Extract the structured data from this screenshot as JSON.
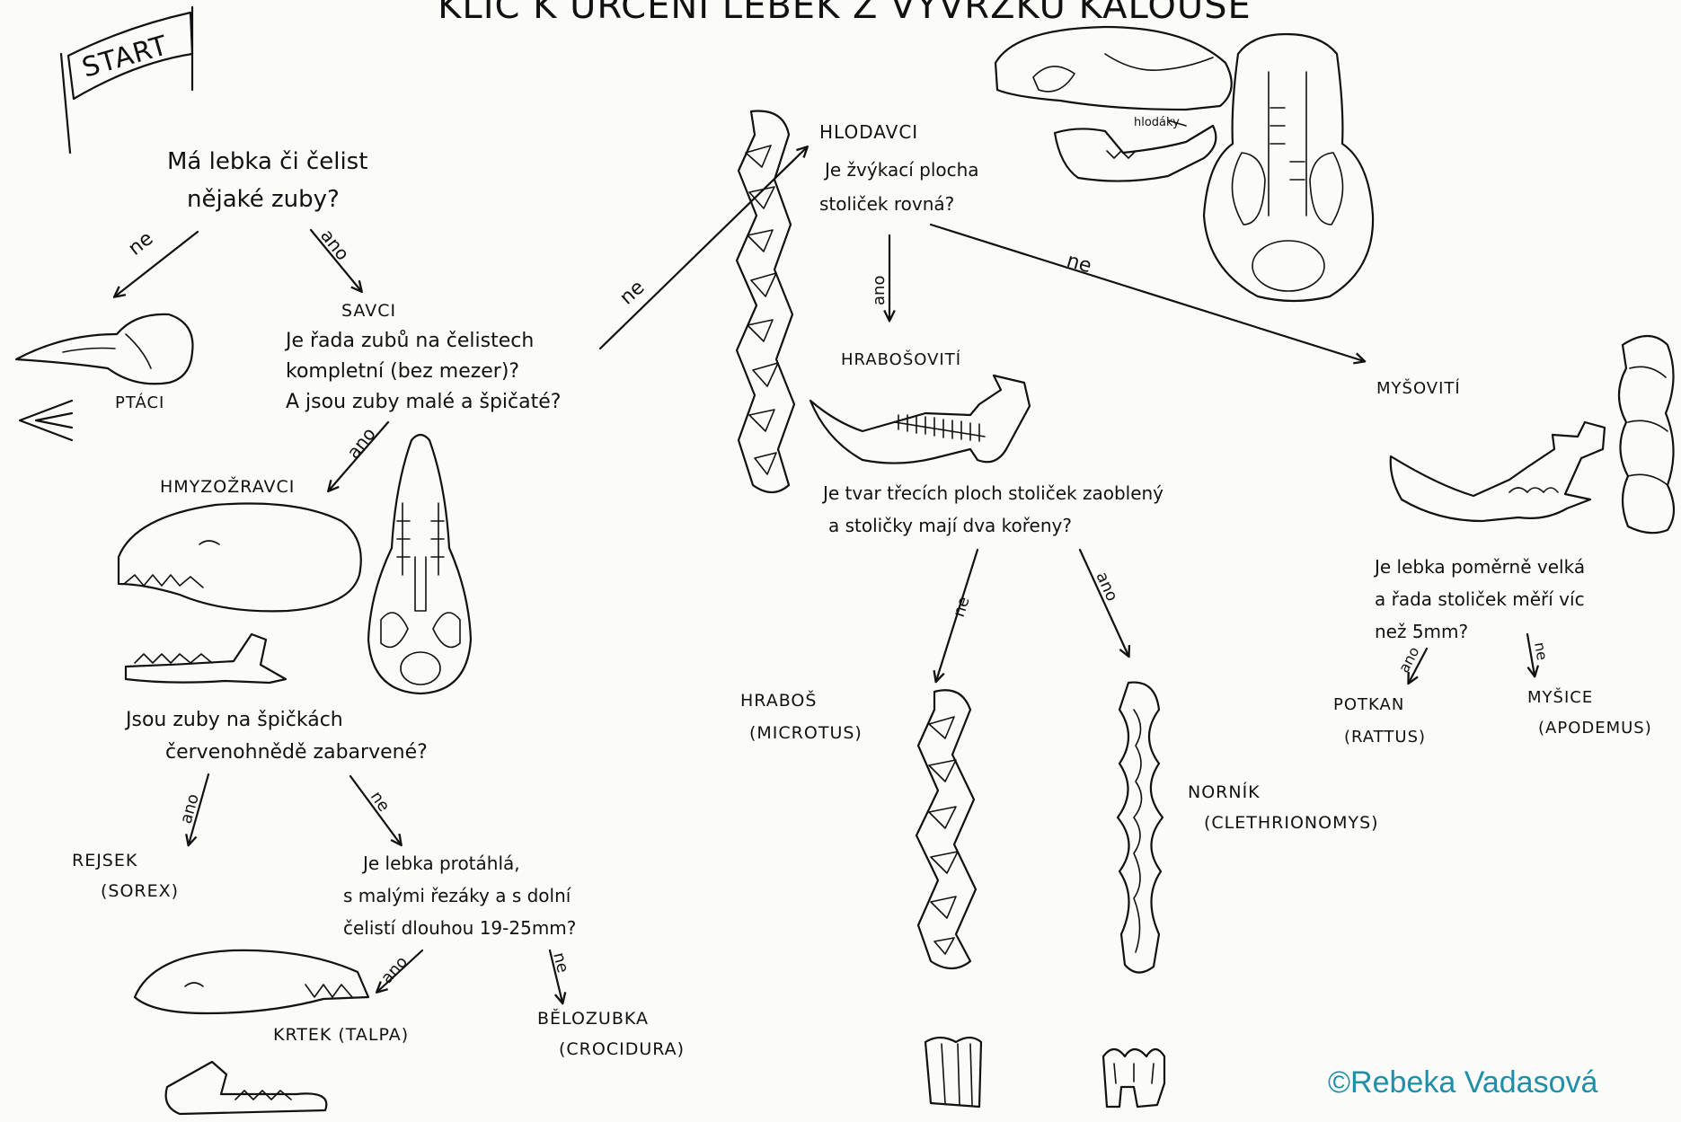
{
  "title": "KLÍČ K URČENÍ LEBEK Z VÝVRŽKŮ KALOUSE",
  "start_label": "START",
  "nodes": {
    "q1": [
      "Má lebka či čelist",
      "nějaké zuby?"
    ],
    "ptaci": "PTÁCI",
    "savci": "SAVCI",
    "q2": [
      "Je řada zubů na čelistech",
      "kompletní (bez mezer)?",
      "A jsou zuby malé a špičaté?"
    ],
    "hmyzozravci": "HMYZOŽRAVCI",
    "q3": [
      "Jsou zuby na špičkách",
      "červenohnědě zabarvené?"
    ],
    "rejsek": [
      "REJSEK",
      "(SOREX)"
    ],
    "q4": [
      "Je lebka protáhlá,",
      "s malými řezáky a s dolní",
      "čelistí dlouhou 19-25mm?"
    ],
    "krtek": "KRTEK (TALPA)",
    "belozubka": [
      "BĚLOZUBKA",
      "(CROCIDURA)"
    ],
    "hlodavci": "HLODAVCI",
    "q5": [
      "Je žvýkací plocha",
      "stoliček rovná?"
    ],
    "hrabosoviti": "HRABOŠOVITÍ",
    "q6": [
      "Je tvar třecích ploch stoliček zaoblený",
      "a stoličky mají dva kořeny?"
    ],
    "hrabos": [
      "HRABOŠ",
      "(MICROTUS)"
    ],
    "nornik": [
      "NORNÍK",
      "(CLETHRIONOMYS)"
    ],
    "mysoviti": "MYŠOVITÍ",
    "q7": [
      "Je lebka poměrně velká",
      "a řada stoliček měří víc",
      "než 5mm?"
    ],
    "potkan": [
      "POTKAN",
      "(RATTUS)"
    ],
    "mysice": [
      "MYŠICE",
      "(APODEMUS)"
    ]
  },
  "edge_labels": {
    "yes": "ano",
    "no": "ne"
  },
  "skull_annotation": "hlodáky",
  "copyright": "©Rebeka Vadasová"
}
